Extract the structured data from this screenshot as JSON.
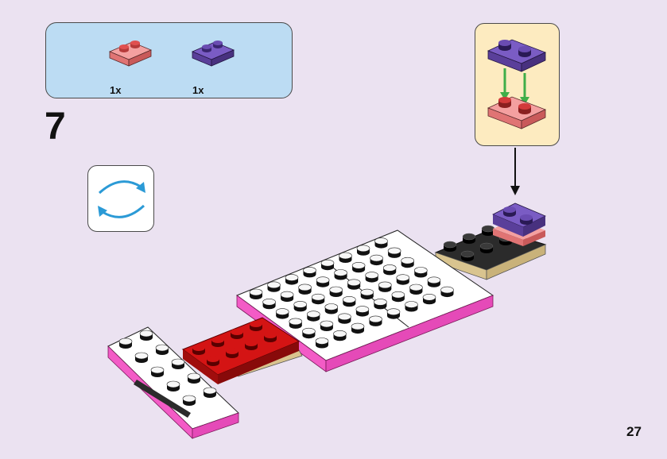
{
  "page": {
    "step_number": "7",
    "page_number": "27"
  },
  "parts": [
    {
      "name": "pink-plate-1x2",
      "color": "#f08a8a",
      "quantity": "1x"
    },
    {
      "name": "purple-plate-1x2",
      "color": "#5b3f9c",
      "quantity": "1x"
    }
  ],
  "icons": {
    "rotate": "rotate-arrows-icon",
    "arrow": "down-arrow-icon"
  },
  "colors": {
    "background": "#ebe2f1",
    "parts_box": "#bcdcf3",
    "callout": "#fdebc0",
    "rotate_arrow": "#2b9ad6",
    "guide_arrow": "#3fae49"
  }
}
